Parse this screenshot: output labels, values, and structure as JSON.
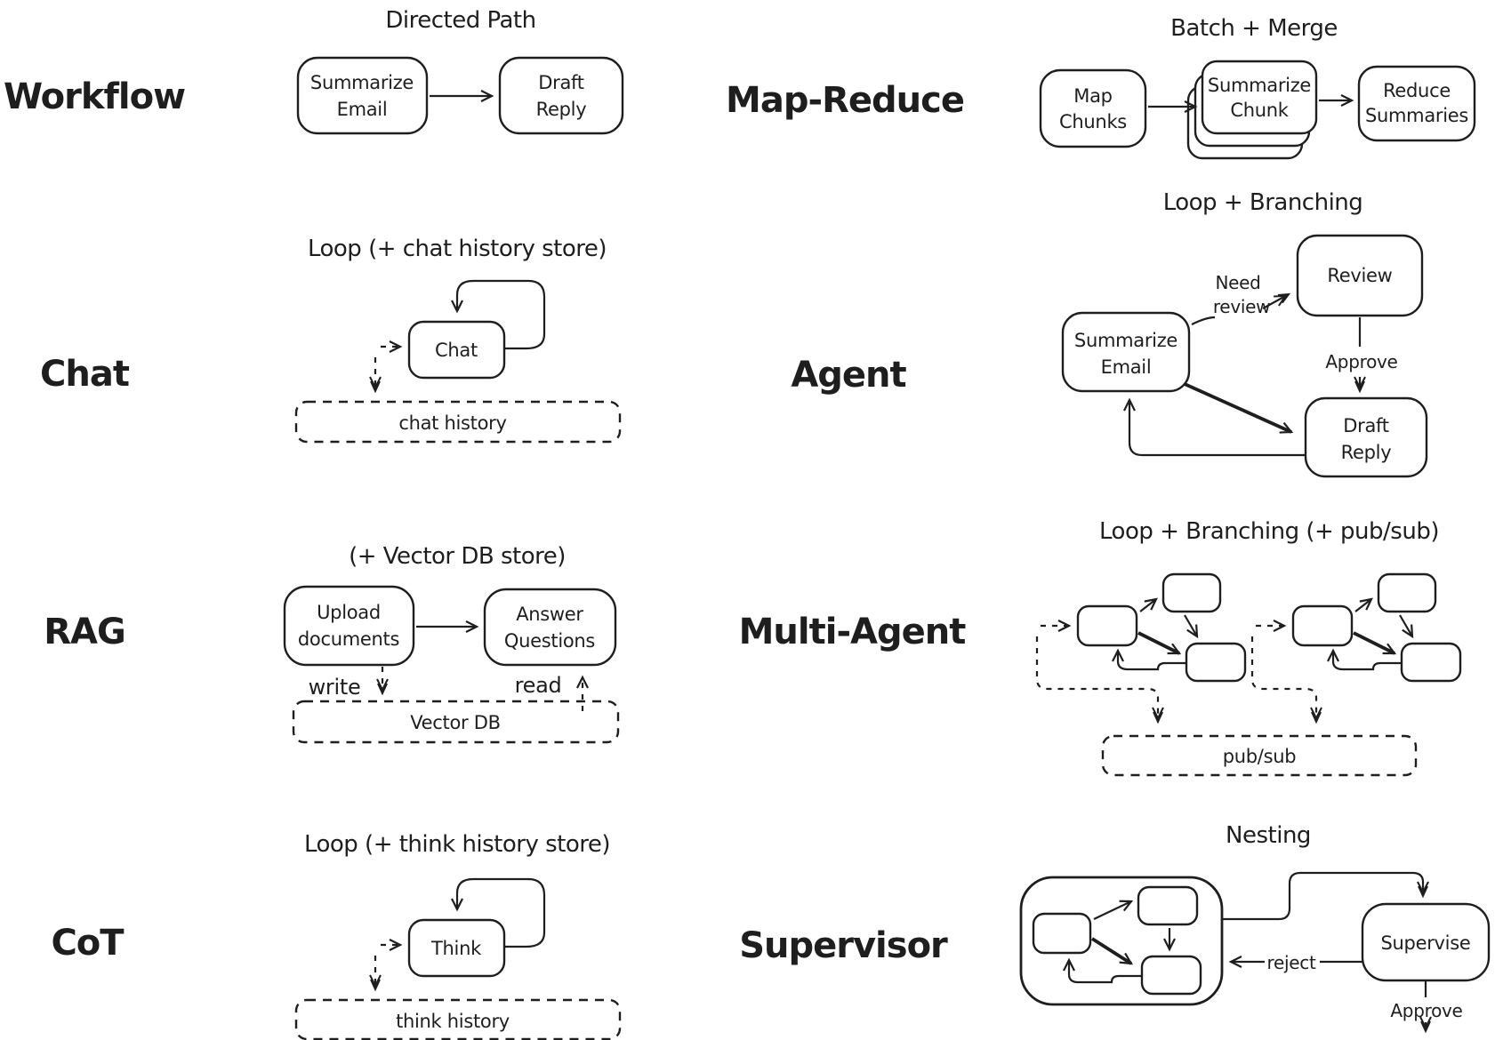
{
  "colors": {
    "ink": "#1e1e1e",
    "background": "#ffffff"
  },
  "sections": {
    "workflow": {
      "label": "Workflow",
      "caption": "Directed Path",
      "node_a_line1": "Summarize",
      "node_a_line2": "Email",
      "node_b_line1": "Draft",
      "node_b_line2": "Reply"
    },
    "map_reduce": {
      "label": "Map-Reduce",
      "caption": "Batch + Merge",
      "node_a_line1": "Map",
      "node_a_line2": "Chunks",
      "node_b_line1": "Summarize",
      "node_b_line2": "Chunk",
      "node_c_line1": "Reduce",
      "node_c_line2": "Summaries"
    },
    "chat": {
      "label": "Chat",
      "caption": "Loop (+ chat history store)",
      "node": "Chat",
      "store": "chat history"
    },
    "agent": {
      "label": "Agent",
      "caption": "Loop + Branching",
      "node_a_line1": "Summarize",
      "node_a_line2": "Email",
      "node_b": "Review",
      "node_c_line1": "Draft",
      "node_c_line2": "Reply",
      "edge_need_line1": "Need",
      "edge_need_line2": "review",
      "edge_approve": "Approve"
    },
    "rag": {
      "label": "RAG",
      "caption": "(+ Vector DB store)",
      "node_a_line1": "Upload",
      "node_a_line2": "documents",
      "node_b_line1": "Answer",
      "node_b_line2": "Questions",
      "edge_write": "write",
      "edge_read": "read",
      "store": "Vector DB"
    },
    "multi_agent": {
      "label": "Multi-Agent",
      "caption": "Loop + Branching (+ pub/sub)",
      "store": "pub/sub"
    },
    "cot": {
      "label": "CoT",
      "caption": "Loop (+ think history store)",
      "node": "Think",
      "store": "think history"
    },
    "supervisor": {
      "label": "Supervisor",
      "caption": "Nesting",
      "node": "Supervise",
      "edge_reject": "reject",
      "edge_approve": "Approve"
    }
  }
}
